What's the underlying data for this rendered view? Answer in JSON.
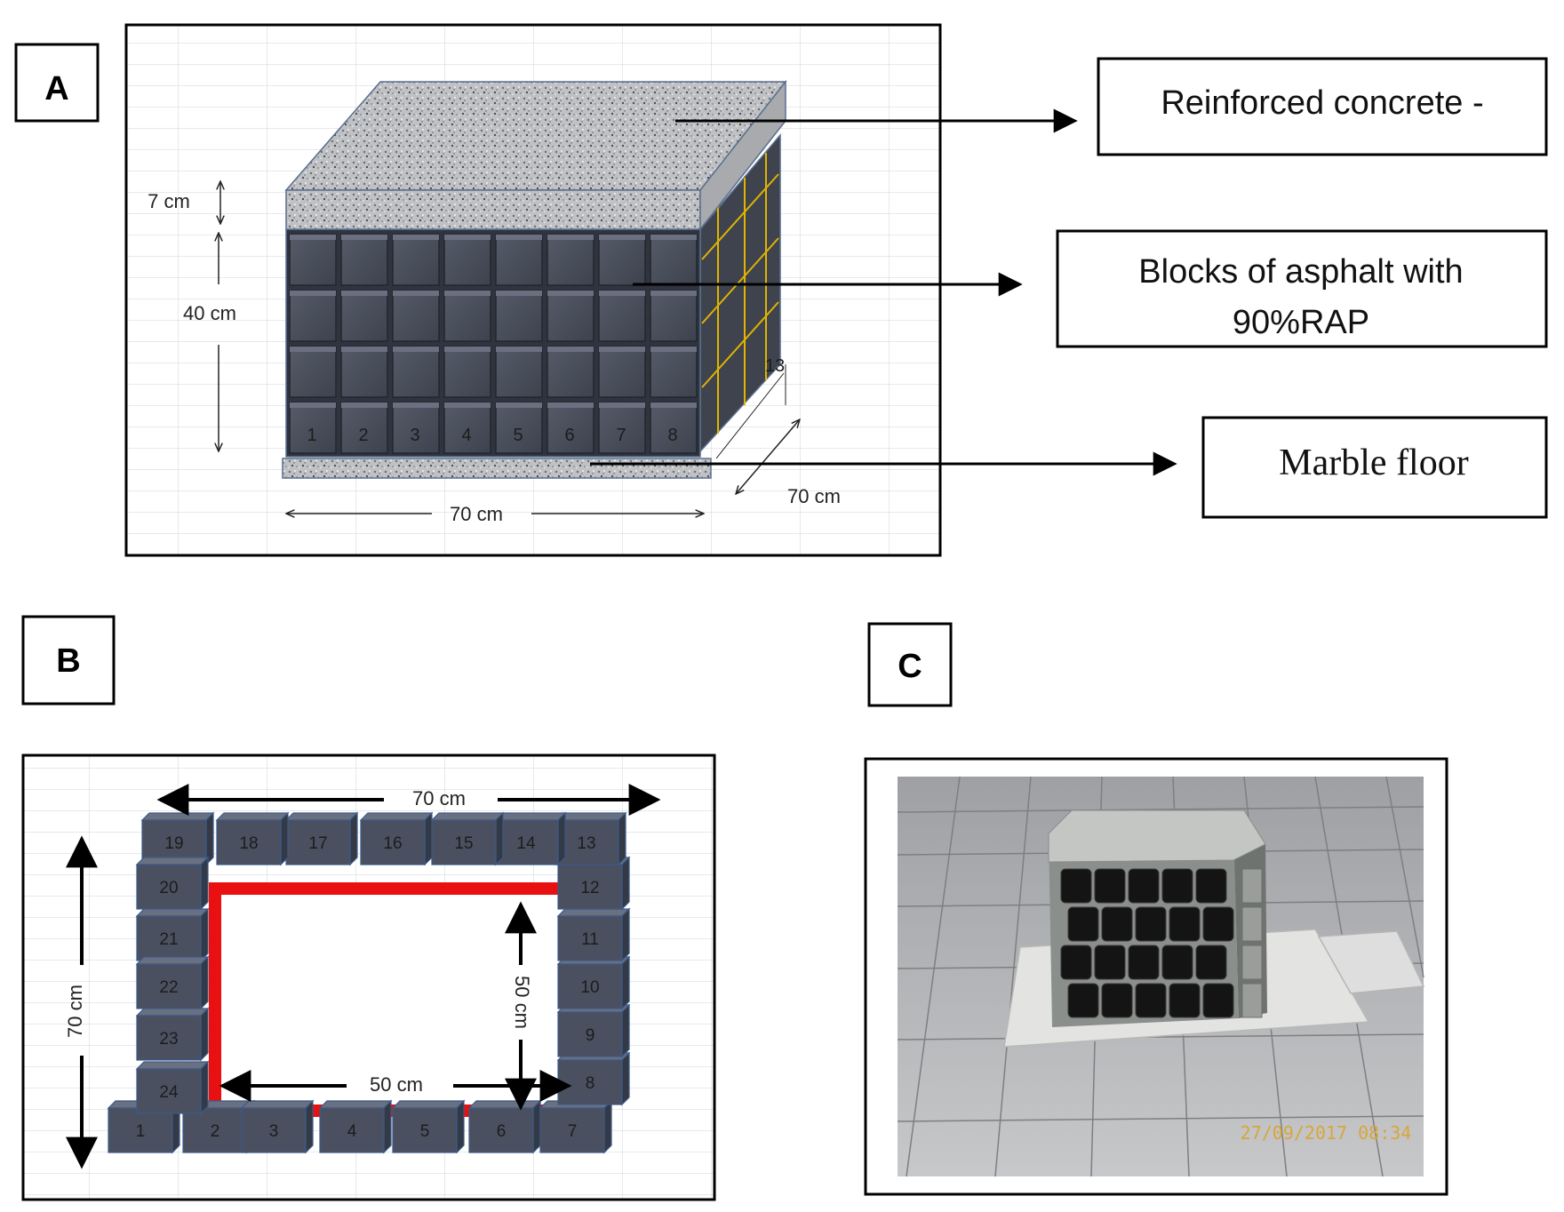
{
  "panels": {
    "a": {
      "label": "A"
    },
    "b": {
      "label": "B"
    },
    "c": {
      "label": "C"
    }
  },
  "panel_a": {
    "callouts": {
      "concrete": "Reinforced concrete -",
      "asphalt_line1": "Blocks of asphalt with",
      "asphalt_line2": "90%RAP",
      "marble": "Marble floor"
    },
    "dims": {
      "slab": "7 cm",
      "height": "40 cm",
      "width": "70 cm",
      "depth": "70 cm"
    },
    "block_numbers": [
      "1",
      "2",
      "3",
      "4",
      "5",
      "6",
      "7",
      "8"
    ],
    "side_number": "13"
  },
  "panel_b": {
    "dims": {
      "outer_top": "70 cm",
      "outer_left": "70 cm",
      "inner_bottom": "50 cm",
      "inner_right": "50 cm"
    },
    "block_numbers": [
      "1",
      "2",
      "3",
      "4",
      "5",
      "6",
      "7",
      "8",
      "9",
      "10",
      "11",
      "12",
      "13",
      "14",
      "15",
      "16",
      "17",
      "18",
      "19",
      "20",
      "21",
      "22",
      "23",
      "24"
    ]
  },
  "panel_c": {
    "timestamp": "27/09/2017 08:34"
  },
  "colors": {
    "block": "#4a5060",
    "block_dark": "#2f343f",
    "rebar": "#e0b400",
    "red_frame": "#e81010"
  }
}
